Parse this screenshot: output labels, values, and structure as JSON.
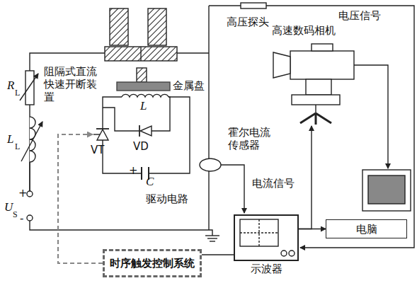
{
  "diagram": {
    "nodes": [
      {
        "text": [
          "时序触发控制系统"
        ]
      },
      {
        "text": [
          "示波器"
        ]
      },
      {
        "text": [
          "电脑"
        ]
      },
      {
        "text": [
          "高速数码相机"
        ]
      }
    ],
    "edges": [
      {
        "from": 1,
        "to": 2,
        "arrow": "to"
      },
      {
        "from": 1,
        "to": 3,
        "arrow": "to"
      },
      {
        "from": 0,
        "to": 1,
        "arrow": "none"
      }
    ],
    "labels": [
      "高压探头",
      "电压信号",
      "阻隔式直流快速开断装置",
      "金属盘",
      "L",
      "VT",
      "VD",
      "+",
      "C",
      "驱动电路",
      "霍尔电流传感器",
      "电流信号",
      "R",
      "L",
      "L",
      "L",
      "U",
      "S",
      "+",
      "-"
    ]
  }
}
